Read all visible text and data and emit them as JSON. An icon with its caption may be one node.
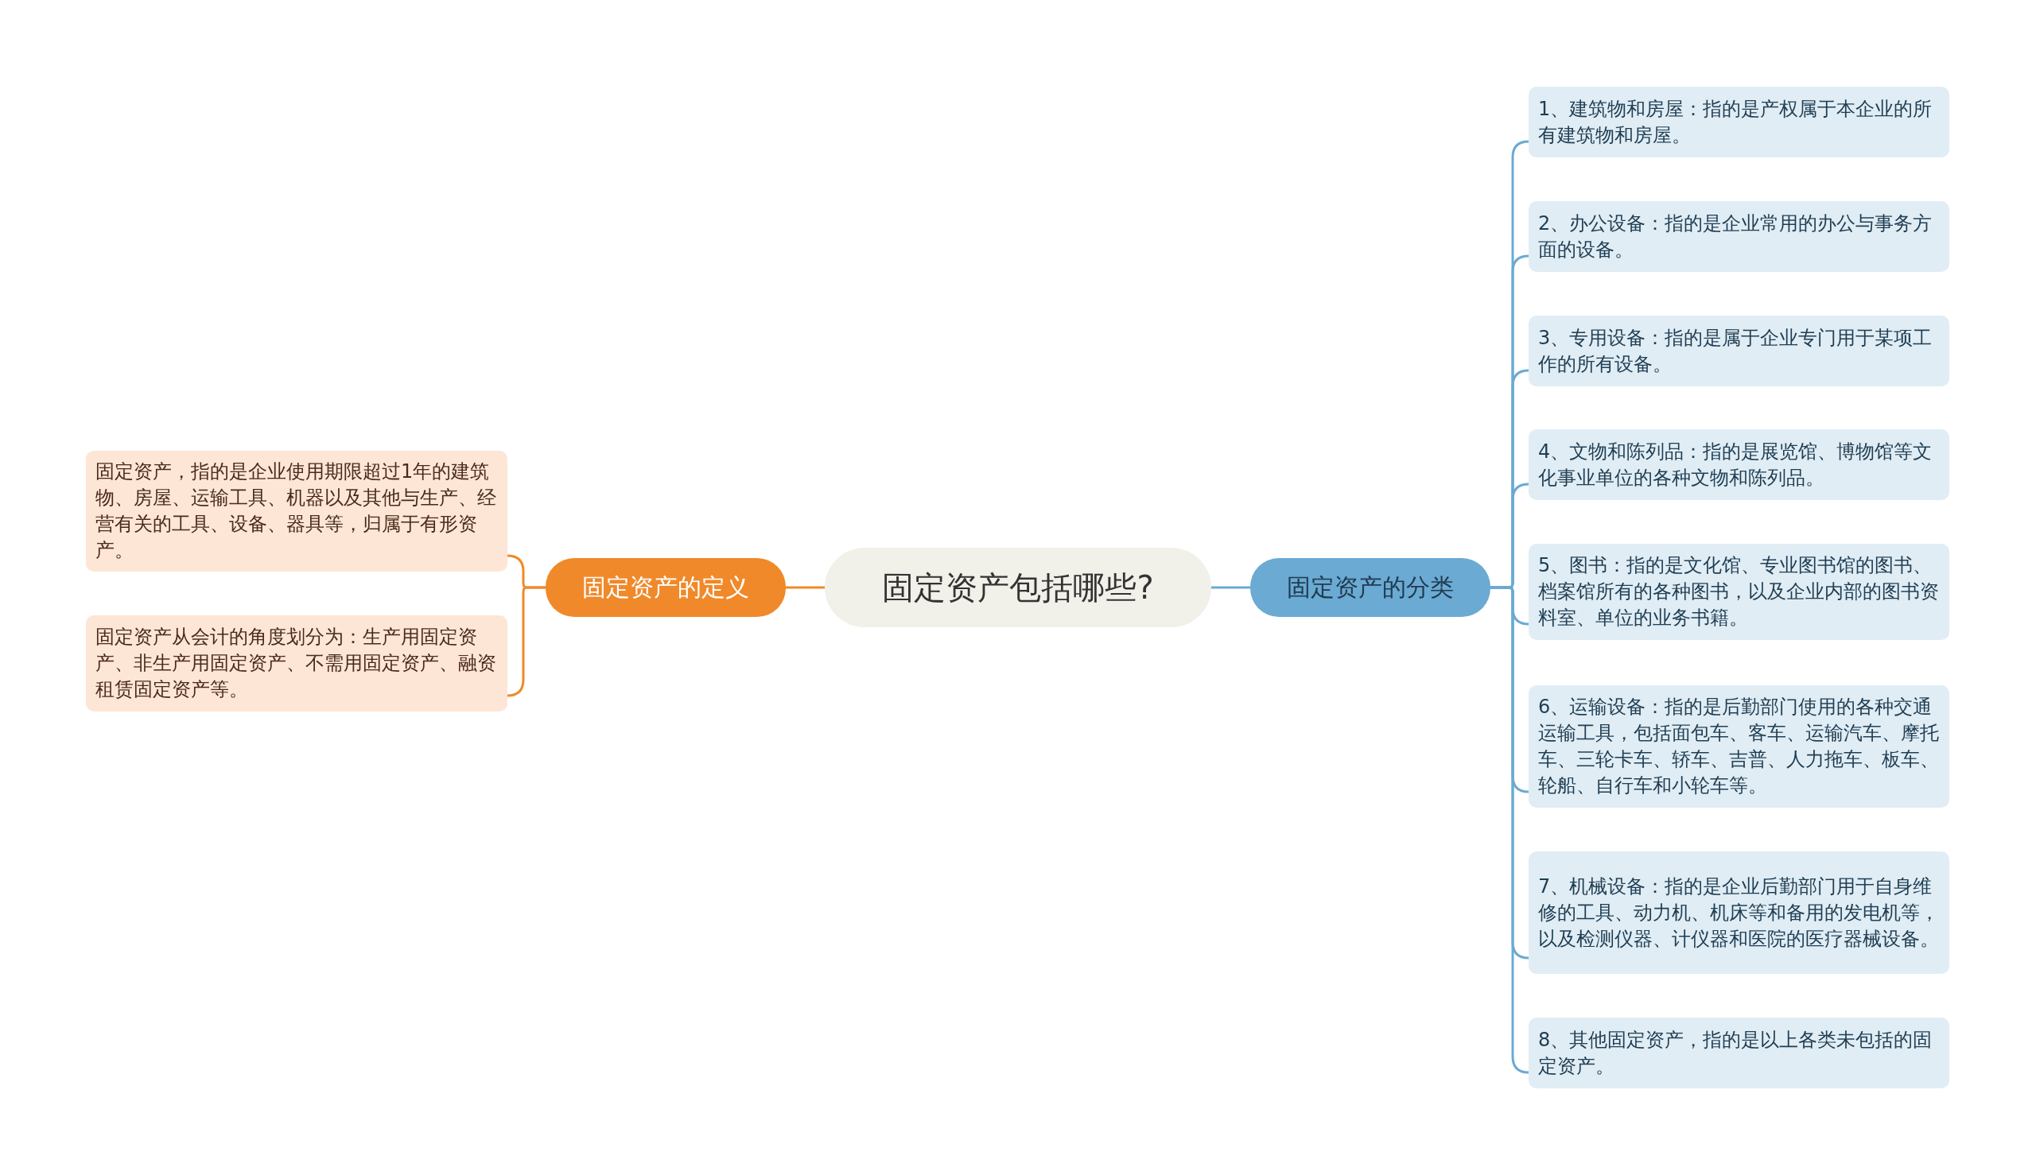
{
  "diagram": {
    "nodes": [
      {
        "text": [
          "固定资产包括哪些?"
        ]
      },
      {
        "text": [
          "固定资产的定义"
        ]
      },
      {
        "text": [
          "固定资产，指的是企业使用期限超过1年的建筑物、房屋、运输工具、机器以及其他与生产、经营有关的工具、设备、器具等，归属于有形资产。"
        ]
      },
      {
        "text": [
          "固定资产从会计的角度划分为：生产用固定资产、非生产用固定资产、不需用固定资产、融资租赁固定资产等。"
        ]
      },
      {
        "text": [
          "固定资产的分类"
        ]
      },
      {
        "text": [
          "1、建筑物和房屋：指的是产权属于本企业的所有建筑物和房屋。"
        ]
      },
      {
        "text": [
          "2、办公设备：指的是企业常用的办公与事务方面的设备。"
        ]
      },
      {
        "text": [
          "3、专用设备：指的是属于企业专门用于某项工作的所有设备。"
        ]
      },
      {
        "text": [
          "4、文物和陈列品：指的是展览馆、博物馆等文化事业单位的各种文物和陈列品。"
        ]
      },
      {
        "text": [
          "5、图书：指的是文化馆、专业图书馆的图书、档案馆所有的各种图书，以及企业内部的图书资料室、单位的业务书籍。"
        ]
      },
      {
        "text": [
          "6、运输设备：指的是后勤部门使用的各种交通运输工具，包括面包车、客车、运输汽车、摩托车、三轮卡车、轿车、吉普、人力拖车、板车、轮船、自行车和小轮车等。"
        ]
      },
      {
        "text": [
          "7、机械设备：指的是企业后勤部门用于自身维修的工具、动力机、机床等和备用的发电机等，以及检测仪器、计仪器和医院的医疗器械设备。"
        ]
      },
      {
        "text": [
          "8、其他固定资产，指的是以上各类未包括的固定资产。"
        ]
      }
    ],
    "edges": [
      {
        "from": 0,
        "to": 1,
        "arrow": "none",
        "color": "#f0892a"
      },
      {
        "from": 1,
        "to": 2,
        "arrow": "none",
        "color": "#f0892a"
      },
      {
        "from": 1,
        "to": 3,
        "arrow": "none",
        "color": "#f0892a"
      },
      {
        "from": 0,
        "to": 4,
        "arrow": "none"
      },
      {
        "from": 4,
        "to": 5,
        "arrow": "none"
      },
      {
        "from": 4,
        "to": 6,
        "arrow": "none"
      },
      {
        "from": 4,
        "to": 7,
        "arrow": "none"
      },
      {
        "from": 4,
        "to": 8,
        "arrow": "none"
      },
      {
        "from": 4,
        "to": 9,
        "arrow": "none"
      },
      {
        "from": 4,
        "to": 10,
        "arrow": "none"
      },
      {
        "from": 4,
        "to": 11,
        "arrow": "none"
      },
      {
        "from": 4,
        "to": 12,
        "arrow": "none"
      }
    ]
  }
}
